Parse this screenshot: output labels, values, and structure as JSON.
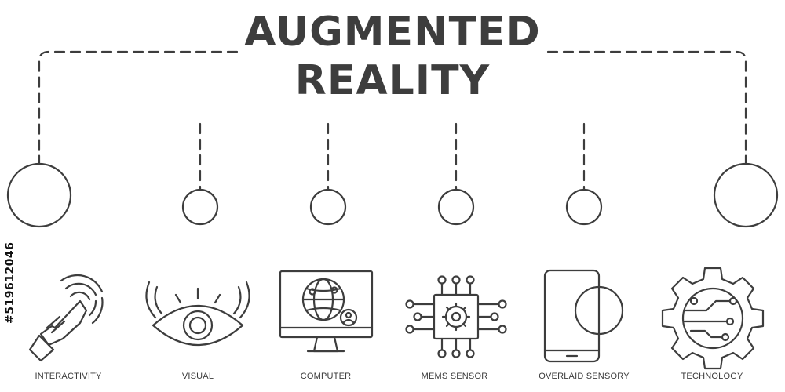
{
  "title": {
    "line1": "AUGMENTED",
    "line2": "REALITY"
  },
  "items": [
    {
      "label": "INTERACTIVITY",
      "icon": "touch-gesture-icon"
    },
    {
      "label": "VISUAL",
      "icon": "eye-icon"
    },
    {
      "label": "COMPUTER",
      "icon": "computer-monitor-icon"
    },
    {
      "label": "MEMS SENSOR",
      "icon": "chip-gear-icon"
    },
    {
      "label": "OVERLAID SENSORY",
      "icon": "smartphone-overlay-icon"
    },
    {
      "label": "TECHNOLOGY",
      "icon": "gear-circuit-icon"
    }
  ],
  "stock_id": "#519612046",
  "colors": {
    "stroke": "#3d3d3d",
    "background": "#ffffff"
  }
}
